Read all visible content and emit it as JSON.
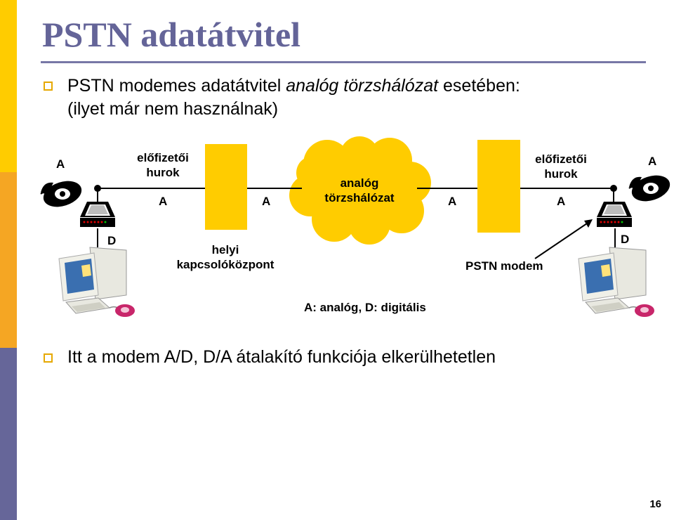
{
  "slide": {
    "title": "PSTN adatátvitel",
    "bullets": [
      {
        "line1_plain": "PSTN modemes adatátvitel ",
        "line1_italic": "analóg törzshálózat",
        "line1_rest": " esetében:",
        "line2": "(ilyet már nem használnak)"
      },
      {
        "text": "Itt a modem A/D, D/A átalakító funkciója elkerülhetetlen"
      }
    ],
    "page_number": "16"
  },
  "diagram": {
    "label_a_left_phone": "A",
    "label_a_right_phone": "A",
    "left_loop_label": "előfizetői hurok",
    "right_loop_label": "előfizetői hurok",
    "label_a_left_loop": "A",
    "label_a_left_switch": "A",
    "label_a_right_switch": "A",
    "label_a_right_loop": "A",
    "cloud_label": "analóg törzshálózat",
    "label_d_left": "D",
    "label_d_right": "D",
    "switch_label": "helyi kapcsolóközpont",
    "modem_label": "PSTN modem",
    "legend": "A: analóg, D: digitális"
  },
  "colors": {
    "title": "#646498",
    "sidebar_top": "#ffcc00",
    "sidebar_mid": "#f5a623",
    "sidebar_bottom": "#666699",
    "switch_fill": "#ffcc00",
    "cloud_fill": "#ffcc00",
    "bullet": "#e6a800"
  },
  "icons": [
    "telephone-icon",
    "modem-icon",
    "computer-icon"
  ]
}
